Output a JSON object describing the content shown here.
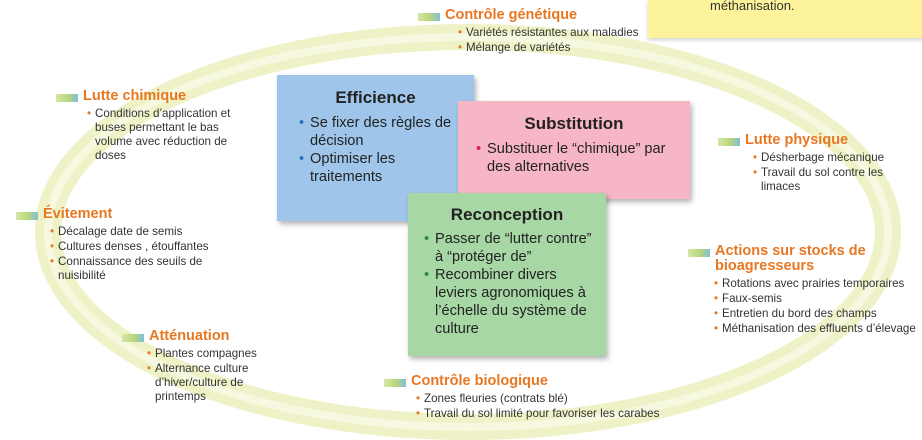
{
  "note": {
    "text": "méthanisation."
  },
  "categories": {
    "controle_genetique": {
      "title": "Contrôle génétique",
      "items": [
        "Variétés résistantes aux maladies",
        "Mélange de variétés"
      ]
    },
    "lutte_chimique": {
      "title": "Lutte chimique",
      "items": [
        "Conditions d’application et buses permettant le bas volume avec réduction de doses"
      ]
    },
    "lutte_physique": {
      "title": "Lutte physique",
      "items": [
        "Désherbage mécanique",
        "Travail du sol contre les limaces"
      ]
    },
    "evitement": {
      "title": "Évitement",
      "items": [
        "Décalage date de semis",
        "Cultures denses , étouffantes",
        "Connaissance des seuils de nuisibilité"
      ]
    },
    "actions_stocks": {
      "title": "Actions sur stocks de bioagresseurs",
      "items": [
        "Rotations avec prairies temporaires",
        "Faux-semis",
        "Entretien du bord des champs",
        "Méthanisation des effluents d’élevage"
      ]
    },
    "attenuation": {
      "title": "Atténuation",
      "items": [
        "Plantes compagnes",
        "Alternance culture d’hiver/culture de printemps"
      ]
    },
    "controle_biologique": {
      "title": "Contrôle biologique",
      "items": [
        "Zones fleuries (contrats blé)",
        "Travail du sol limité pour favoriser les carabes"
      ]
    }
  },
  "boxes": {
    "efficience": {
      "title": "Efficience",
      "items": [
        "Se fixer des règles de décision",
        "Optimiser les traitements"
      ]
    },
    "substitution": {
      "title": "Substitution",
      "items": [
        "Substituer le “chimique” par des alternatives"
      ]
    },
    "reconception": {
      "title": "Reconception",
      "items": [
        "Passer de “lutter contre” à “protéger de”",
        "Recombiner divers leviers agronomiques à l’échelle du système de culture"
      ]
    }
  },
  "colors": {
    "accent": "#e87722",
    "efficience": "#9fc6ea",
    "substitution": "#f7b6c6",
    "reconception": "#a7d7a4",
    "ring": "#eef2c6",
    "note": "#fdf39a"
  }
}
